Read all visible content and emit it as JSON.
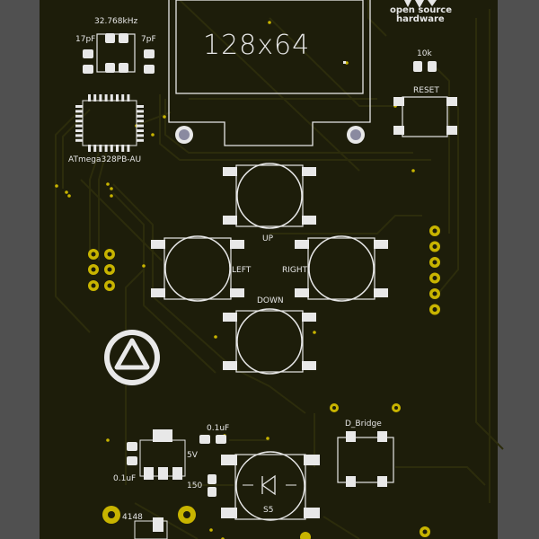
{
  "board": {
    "background_color": "#505050",
    "pcb_color": "#1d1d0a",
    "pad_color": "#e8e8e8",
    "copper_color": "#c8b400",
    "trace_color": "#2c2c0c",
    "silk_color": "#e6e6e6"
  },
  "labels": {
    "crystal": "32.768kHz",
    "cap_left": "17pF",
    "cap_right": "7pF",
    "mcu": "ATmega328PB-AU",
    "display": "128x64",
    "osh_line1": "open source",
    "osh_line2": "hardware",
    "resistor": "10k",
    "reset": "RESET",
    "up": "UP",
    "left": "LEFT",
    "right": "RIGHT",
    "down": "DOWN",
    "bridge": "D_Bridge",
    "cap_top": "0.1uF",
    "cap_bottom": "0.1uF",
    "regulator": "5V",
    "res150": "150",
    "switch": "S5",
    "diode": "4148"
  }
}
